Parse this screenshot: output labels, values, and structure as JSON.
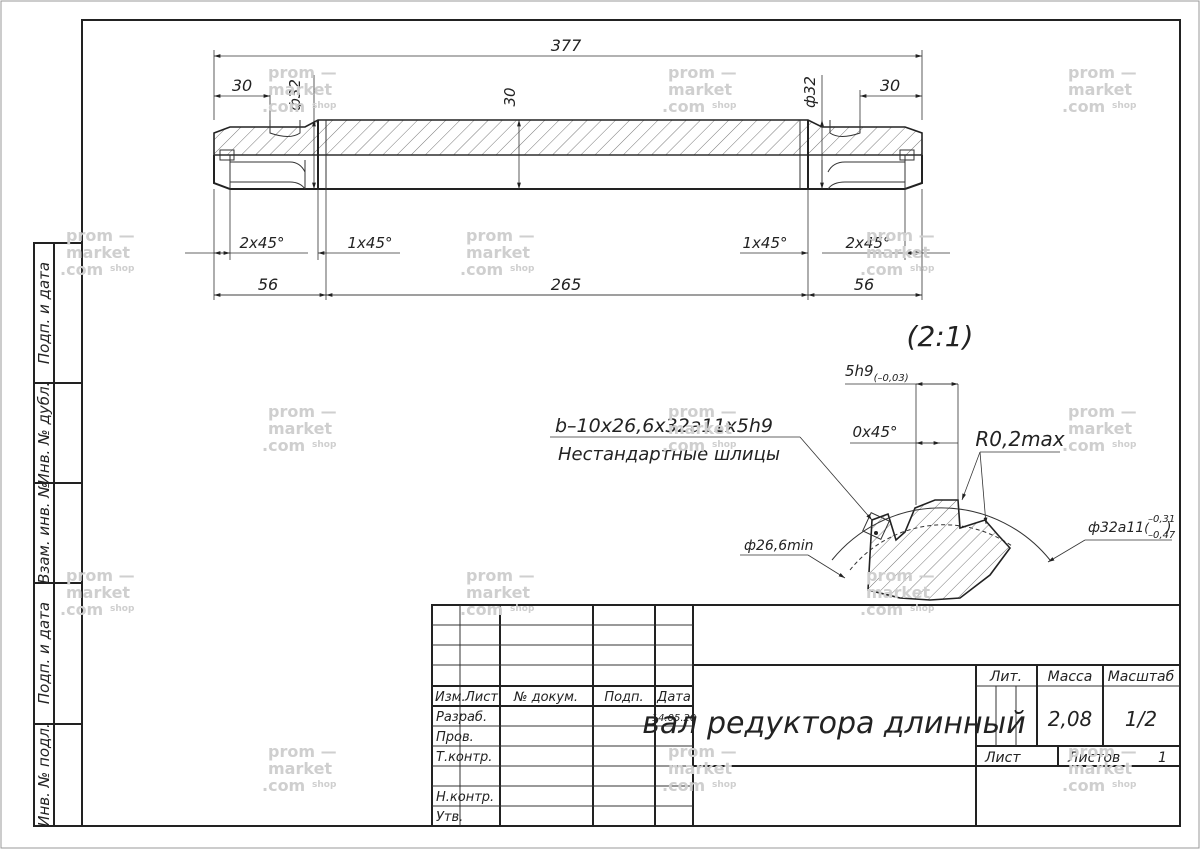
{
  "drawing": {
    "dimensions": {
      "overall_length": "377",
      "left_spline_length": "30",
      "left_diameter": "ф32",
      "center_diameter": "30",
      "right_diameter": "ф32",
      "right_spline_length": "30",
      "left_chamfer": "2x45°",
      "left_inner_chamfer": "1x45°",
      "right_inner_chamfer": "1x45°",
      "right_chamfer": "2x45°",
      "left_section": "56",
      "middle_section": "265",
      "right_section": "56"
    },
    "detail": {
      "scale_label": "(2:1)",
      "spline_designation": "b–10x26,6x32a11x5h9",
      "spline_note": "Нестандартные шлицы",
      "tooth_width": "5h9",
      "tooth_width_tol": "(–0,03)",
      "chamfer": "0x45°",
      "radius": "R0,2max",
      "minor_diameter": "ф26,6min",
      "major_diameter": "ф32a11",
      "major_tol_upper": "–0,31",
      "major_tol_lower": "–0,47"
    }
  },
  "side_stamp": [
    "Подп. и дата",
    "Инв. № дубл.",
    "Взам. инв. №",
    "Подп. и дата",
    "Инв. № подл."
  ],
  "title_block": {
    "headers": {
      "izm": "Изм.",
      "list": "Лист",
      "doc_no": "№ докум.",
      "sign": "Подп.",
      "date": "Дата"
    },
    "date_value": "14.05.20",
    "roles": {
      "developed": "Разраб.",
      "checked": "Пров.",
      "tech_control": "Т.контр.",
      "norm_control": "Н.контр.",
      "approved": "Утв."
    },
    "part_name": "вал редуктора длинный",
    "lit_label": "Лит.",
    "mass_label": "Масса",
    "scale_label": "Масштаб",
    "mass_value": "2,08",
    "scale_value": "1/2",
    "sheet_label": "Лист",
    "sheets_label": "Листов",
    "sheets_value": "1"
  },
  "watermark": {
    "line1": "prom —",
    "line2": "market",
    "line3": ".com",
    "suffix": "shop"
  }
}
